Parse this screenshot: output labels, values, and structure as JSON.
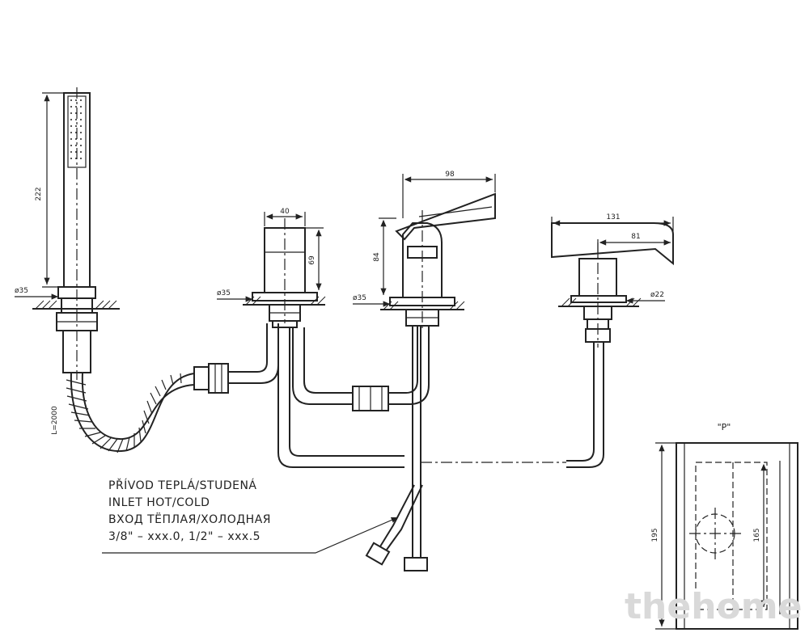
{
  "dimensions": {
    "shower_length": "222",
    "shower_diameter": "ø35",
    "hose_length": "L=2000",
    "valve_width": "40",
    "valve_height": "69",
    "valve_diameter": "ø35",
    "mixer_width": "98",
    "mixer_height": "84",
    "mixer_diameter": "ø35",
    "spout_length": "131",
    "spout_reach": "81",
    "spout_diameter": "ø22",
    "detail_height": "195",
    "detail_inner": "165"
  },
  "detail_label": "\"P\"",
  "inlet_note": {
    "line1": "PŘÍVOD TEPLÁ/STUDENÁ",
    "line2": "INLET HOT/COLD",
    "line3": "ВХОД ТЁПЛАЯ/ХОЛОДНАЯ",
    "line4": "3/8\" – xxx.0, 1/2\" – xxx.5"
  },
  "watermark": "thehome"
}
